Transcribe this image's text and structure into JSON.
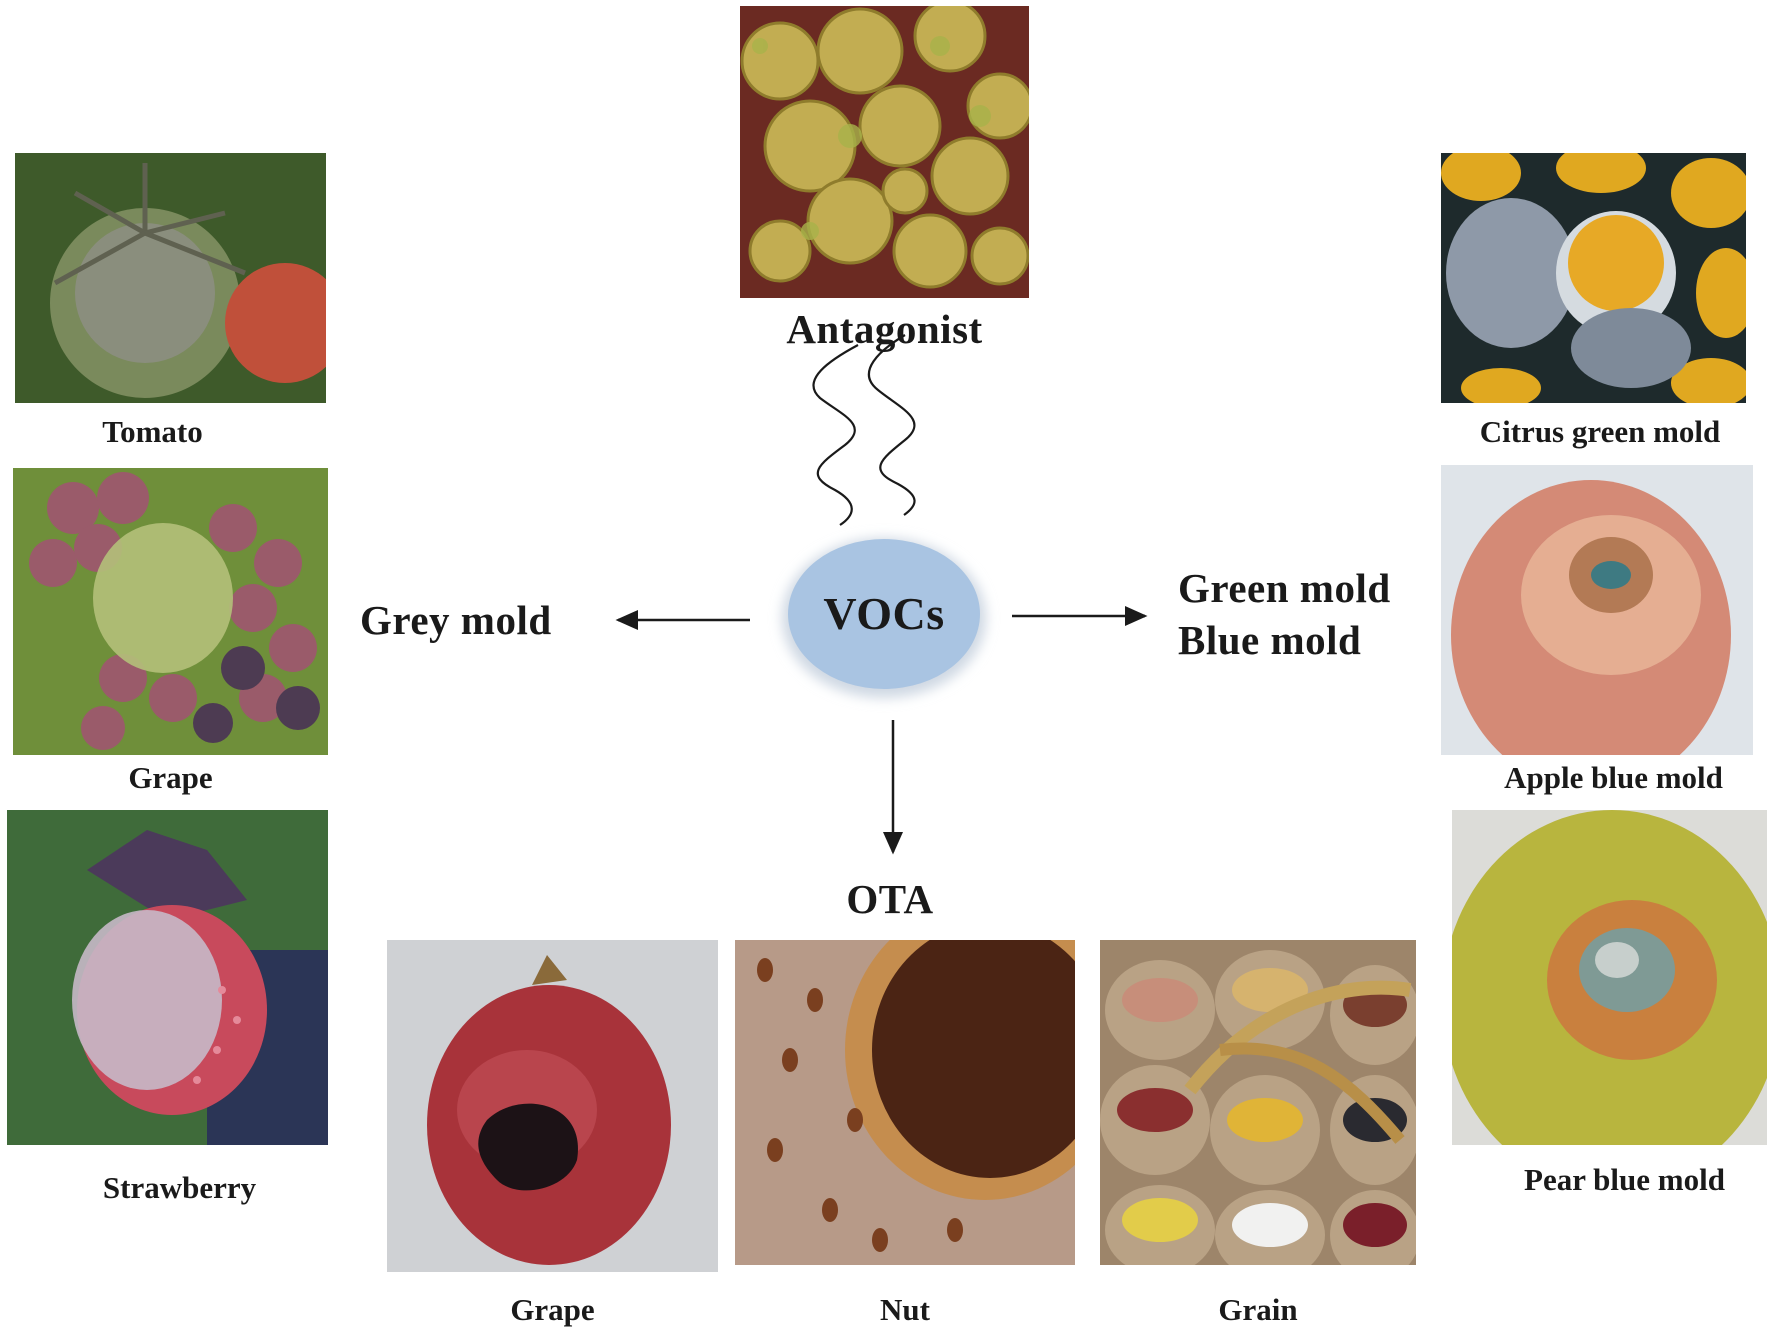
{
  "center": {
    "label": "VOCs"
  },
  "top": {
    "label": "Antagonist"
  },
  "left_branch": {
    "label": "Grey mold",
    "items": [
      "Tomato",
      "Grape",
      "Strawberry"
    ]
  },
  "right_branch": {
    "label_1": "Green mold",
    "label_2": "Blue mold",
    "items": [
      "Citrus green mold",
      "Apple blue mold",
      "Pear blue mold"
    ]
  },
  "bottom_branch": {
    "label": "OTA",
    "items": [
      "Grape",
      "Nut",
      "Grain"
    ]
  },
  "colors": {
    "ellipse_fill": "#a9c4e2",
    "text": "#1a1a1a",
    "arrow": "#1a1a1a"
  }
}
